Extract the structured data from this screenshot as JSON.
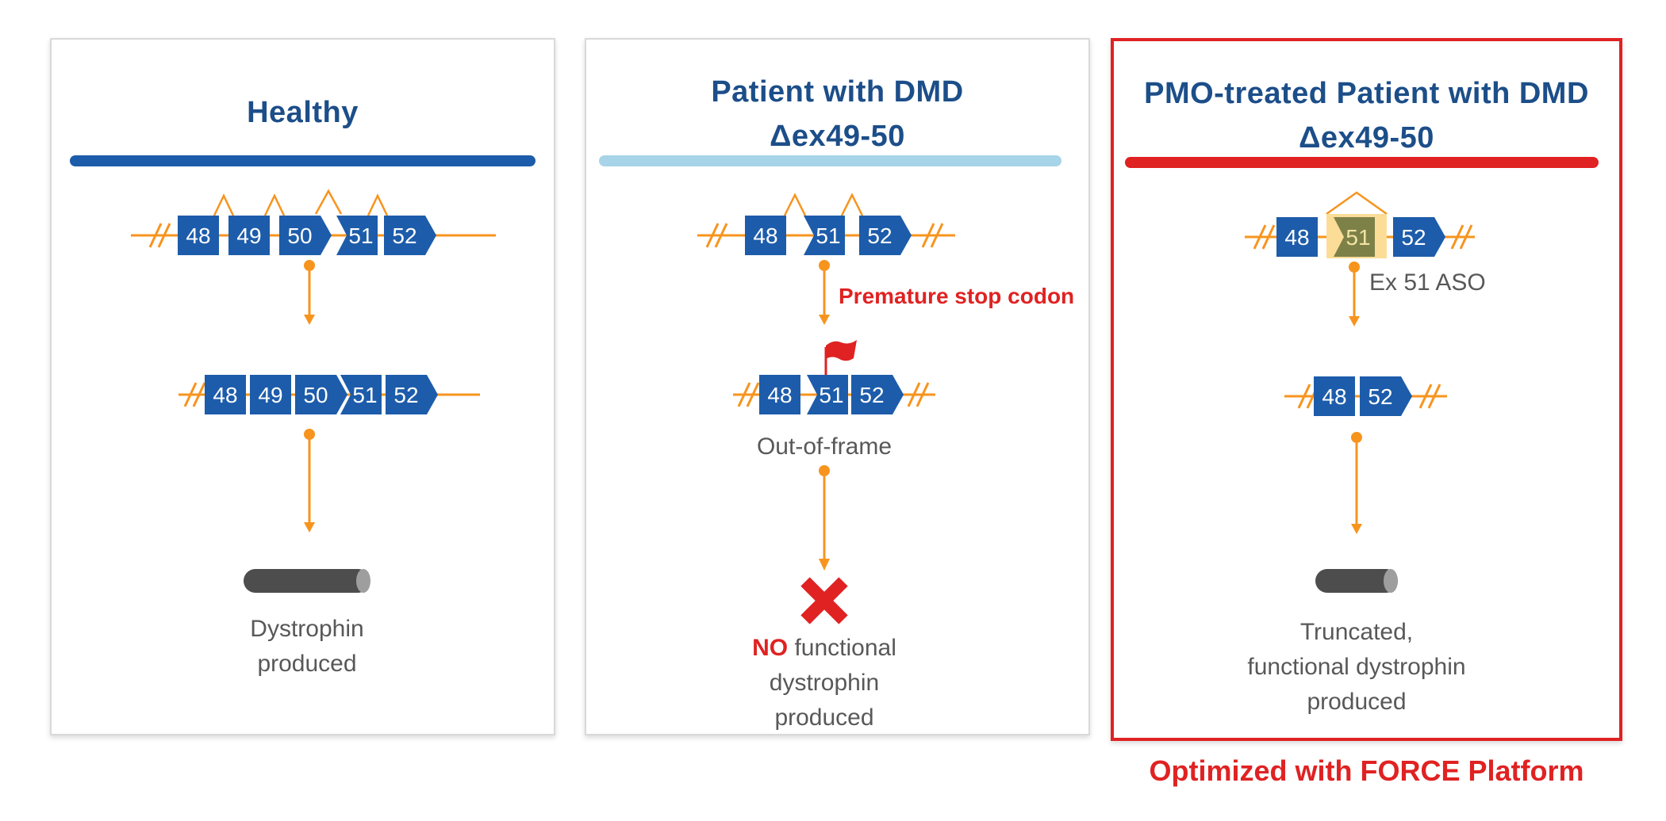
{
  "colors": {
    "navy": "#1c4e89",
    "exon_blue": "#1d5caa",
    "bar_light_blue": "#a7d4e8",
    "red": "#e02222",
    "orange": "#f7941e",
    "text_gray": "#585858",
    "rod_gray": "#4d4d4d",
    "rod_cap_gray": "#9e9e9e",
    "aso_yellow": "#fbdd98",
    "skipped_olive": "#7d8148",
    "skipped_label": "#f2e3a3",
    "panel_border": "#d9d9d9"
  },
  "panels": [
    {
      "title_lines": [
        "Healthy"
      ],
      "pre_mrna_exons": [
        "48",
        "49",
        "50",
        "51",
        "52"
      ],
      "mrna_exons": [
        "48",
        "49",
        "50",
        "51",
        "52"
      ],
      "outcome_lines": [
        "Dystrophin",
        "produced"
      ]
    },
    {
      "title_lines": [
        "Patient with DMD",
        "Δex49-50"
      ],
      "pre_mrna_exons": [
        "48",
        "51",
        "52"
      ],
      "stop_label": "Premature stop codon",
      "mrna_exons": [
        "48",
        "51",
        "52"
      ],
      "frame_label": "Out-of-frame",
      "no_word": "NO",
      "no_rest": " functional",
      "outcome_lines": [
        "dystrophin",
        "produced"
      ]
    },
    {
      "title_lines": [
        "PMO-treated Patient with DMD",
        "Δex49-50"
      ],
      "pre_mrna_exons": [
        "48",
        "51",
        "52"
      ],
      "aso_label": "Ex 51 ASO",
      "mrna_exons": [
        "48",
        "52"
      ],
      "outcome_lines": [
        "Truncated,",
        "functional dystrophin",
        "produced"
      ]
    }
  ],
  "footer_label": "Optimized with FORCE Platform"
}
